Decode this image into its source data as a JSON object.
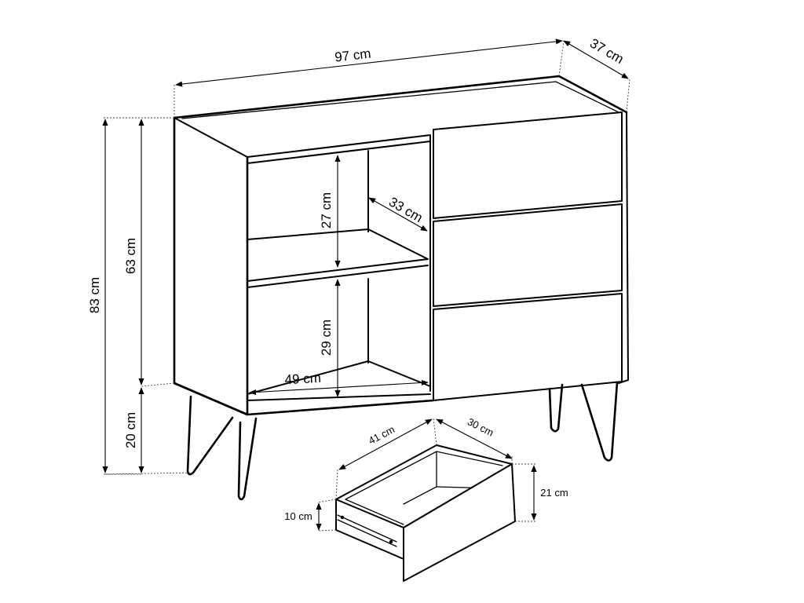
{
  "dimensions": {
    "width": "97 cm",
    "depth": "37 cm",
    "total_height": "83 cm",
    "body_height": "63 cm",
    "leg_height": "20 cm",
    "shelf_upper_height": "27 cm",
    "shelf_lower_height": "29 cm",
    "shelf_depth": "33 cm",
    "shelf_width": "49 cm"
  },
  "drawer": {
    "width": "41 cm",
    "depth": "30 cm",
    "front_height": "21 cm",
    "side_height": "10 cm"
  }
}
